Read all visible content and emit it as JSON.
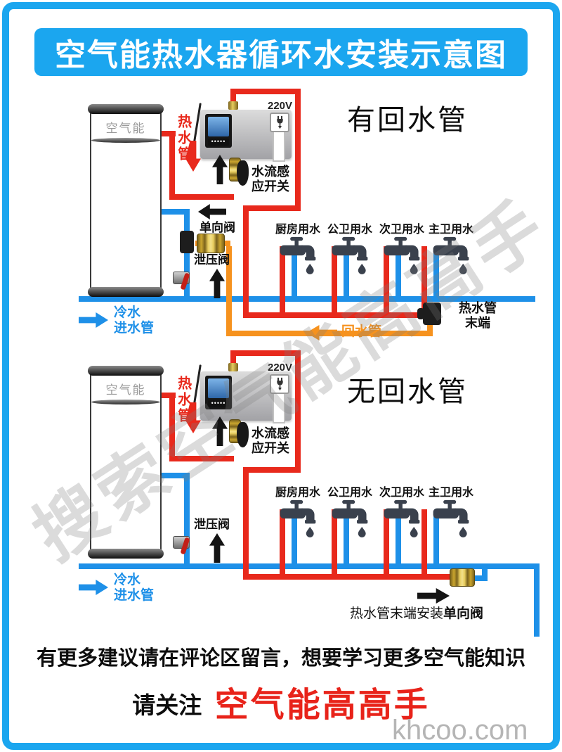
{
  "title": "空气能热水器循环水安装示意图",
  "watermark": {
    "diagonal": "搜索空气能高高手",
    "site": "khcoo.com"
  },
  "colors": {
    "banner_blue": "#1BA6EF",
    "pipe_blue": "#1E90E8",
    "pipe_red": "#E8291C",
    "pipe_orange": "#F6921E",
    "brand_red": "#E8231A"
  },
  "icons": {
    "faucet": "faucet-icon",
    "plug": "power-plug-icon",
    "flow_sensor": "flow-sensor-icon",
    "relief_valve": "relief-valve-icon",
    "check_valve": "check-valve-icon"
  },
  "diagram1": {
    "heading": "有回水管",
    "tank_label": "空气能",
    "power_label": "220V",
    "hot_pipe_label": "热水管",
    "flow_switch_line1": "水流感",
    "flow_switch_line2": "应开关",
    "check_valve_label": "单向阀",
    "relief_valve_label": "泄压阀",
    "cold_line1": "冷水",
    "cold_line2": "进水管",
    "return_label": "回水管",
    "hot_end_line1": "热水管",
    "hot_end_line2": "末端",
    "faucets": [
      "厨房用水",
      "公卫用水",
      "次卫用水",
      "主卫用水"
    ]
  },
  "diagram2": {
    "heading": "无回水管",
    "tank_label": "空气能",
    "power_label": "220V",
    "hot_pipe_label": "热水管",
    "flow_switch_line1": "水流感",
    "flow_switch_line2": "应开关",
    "relief_valve_label": "泄压阀",
    "cold_line1": "冷水",
    "cold_line2": "进水管",
    "note_prefix": "热水管末端安装",
    "note_bold": "单向阀",
    "faucets": [
      "厨房用水",
      "公卫用水",
      "次卫用水",
      "主卫用水"
    ]
  },
  "footer": {
    "line1": "有更多建议请在评论区留言，想要学习更多空气能知识",
    "follow_prefix": "请关注",
    "brand": "空气能高高手"
  }
}
